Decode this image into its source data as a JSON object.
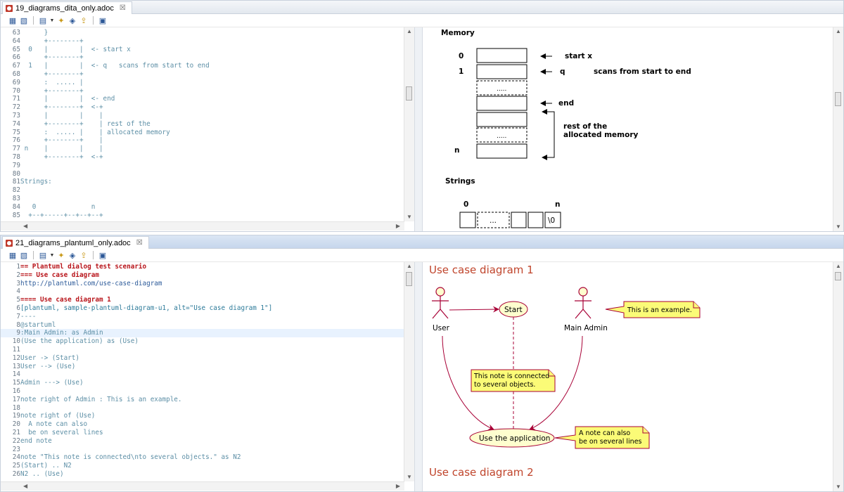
{
  "top_editor": {
    "tab_title": "19_diagrams_dita_only.adoc",
    "code_lines": [
      {
        "n": "63",
        "t": "      }"
      },
      {
        "n": "64",
        "t": "      +--------+"
      },
      {
        "n": "65",
        "t": "  0   |        |  <- start x"
      },
      {
        "n": "66",
        "t": "      +--------+"
      },
      {
        "n": "67",
        "t": "  1   |        |  <- q   scans from start to end"
      },
      {
        "n": "68",
        "t": "      +--------+"
      },
      {
        "n": "69",
        "t": "      :  ..... |"
      },
      {
        "n": "70",
        "t": "      +--------+"
      },
      {
        "n": "71",
        "t": "      |        |  <- end"
      },
      {
        "n": "72",
        "t": "      +--------+  <-+"
      },
      {
        "n": "73",
        "t": "      |        |    |"
      },
      {
        "n": "74",
        "t": "      +--------+    | rest of the"
      },
      {
        "n": "75",
        "t": "      :  ..... |    | allocated memory"
      },
      {
        "n": "76",
        "t": "      +--------+    |"
      },
      {
        "n": "77",
        "t": " n    |        |    |"
      },
      {
        "n": "78",
        "t": "      +--------+  <-+"
      },
      {
        "n": "79",
        "t": ""
      },
      {
        "n": "80",
        "t": ""
      },
      {
        "n": "81",
        "t": "Strings:"
      },
      {
        "n": "82",
        "t": ""
      },
      {
        "n": "83",
        "t": ""
      },
      {
        "n": "84",
        "t": "   0              n"
      },
      {
        "n": "85",
        "t": "  +--+-----+--+--+--+"
      }
    ],
    "diagram": {
      "memory_title": "Memory",
      "row_labels": {
        "r0": "0",
        "r1": "1",
        "rn": "n"
      },
      "dots": ".....",
      "arrow_labels": {
        "start": "start x",
        "q": "q",
        "scan": "scans from start to end",
        "end": "end",
        "rest1": "rest of the",
        "rest2": "allocated memory"
      },
      "strings_title": "Strings",
      "strings_idx0": "0",
      "strings_idxn": "n",
      "strings_dots": "...",
      "strings_end": "\\0"
    }
  },
  "bottom_editor": {
    "tab_title": "21_diagrams_plantuml_only.adoc",
    "code_lines": [
      {
        "n": "1",
        "t": "== Plantuml dialog test scenario",
        "c": "h"
      },
      {
        "n": "2",
        "t": "=== Use case diagram",
        "c": "h"
      },
      {
        "n": "3",
        "t": "http://plantuml.com/use-case-diagram",
        "c": "url"
      },
      {
        "n": "4",
        "t": ""
      },
      {
        "n": "5",
        "t": "==== Use case diagram 1",
        "c": "h"
      },
      {
        "n": "6",
        "t": "[plantuml, sample-plantuml-diagram-u1, alt=\"Use case diagram 1\"]",
        "c": "k"
      },
      {
        "n": "7",
        "t": "----"
      },
      {
        "n": "8",
        "t": "@startuml"
      },
      {
        "n": "9",
        "t": ":Main Admin: as Admin",
        "hl": true
      },
      {
        "n": "10",
        "t": "(Use the application) as (Use)"
      },
      {
        "n": "11",
        "t": ""
      },
      {
        "n": "12",
        "t": "User -> (Start)"
      },
      {
        "n": "13",
        "t": "User --> (Use)"
      },
      {
        "n": "14",
        "t": ""
      },
      {
        "n": "15",
        "t": "Admin ---> (Use)"
      },
      {
        "n": "16",
        "t": ""
      },
      {
        "n": "17",
        "t": "note right of Admin : This is an example."
      },
      {
        "n": "18",
        "t": ""
      },
      {
        "n": "19",
        "t": "note right of (Use)"
      },
      {
        "n": "20",
        "t": "  A note can also"
      },
      {
        "n": "21",
        "t": "  be on several lines"
      },
      {
        "n": "22",
        "t": "end note"
      },
      {
        "n": "23",
        "t": ""
      },
      {
        "n": "24",
        "t": "note \"This note is connected\\nto several objects.\" as N2"
      },
      {
        "n": "25",
        "t": "(Start) .. N2"
      },
      {
        "n": "26",
        "t": "N2 .. (Use)"
      }
    ],
    "diagram": {
      "title1": "Use case diagram 1",
      "title2": "Use case diagram 2",
      "actor_user": "User",
      "actor_admin": "Main Admin",
      "usecase_start": "Start",
      "usecase_use": "Use the application",
      "note_admin": "This is an example.",
      "note_n2_l1": "This note is connected",
      "note_n2_l2": "to several objects.",
      "note_use_l1": "A note can also",
      "note_use_l2": "be on several lines",
      "colors": {
        "actor": "#a80036",
        "note_fill": "#fbfb77",
        "usecase_fill": "#fefece",
        "title": "#c0452c"
      }
    }
  }
}
